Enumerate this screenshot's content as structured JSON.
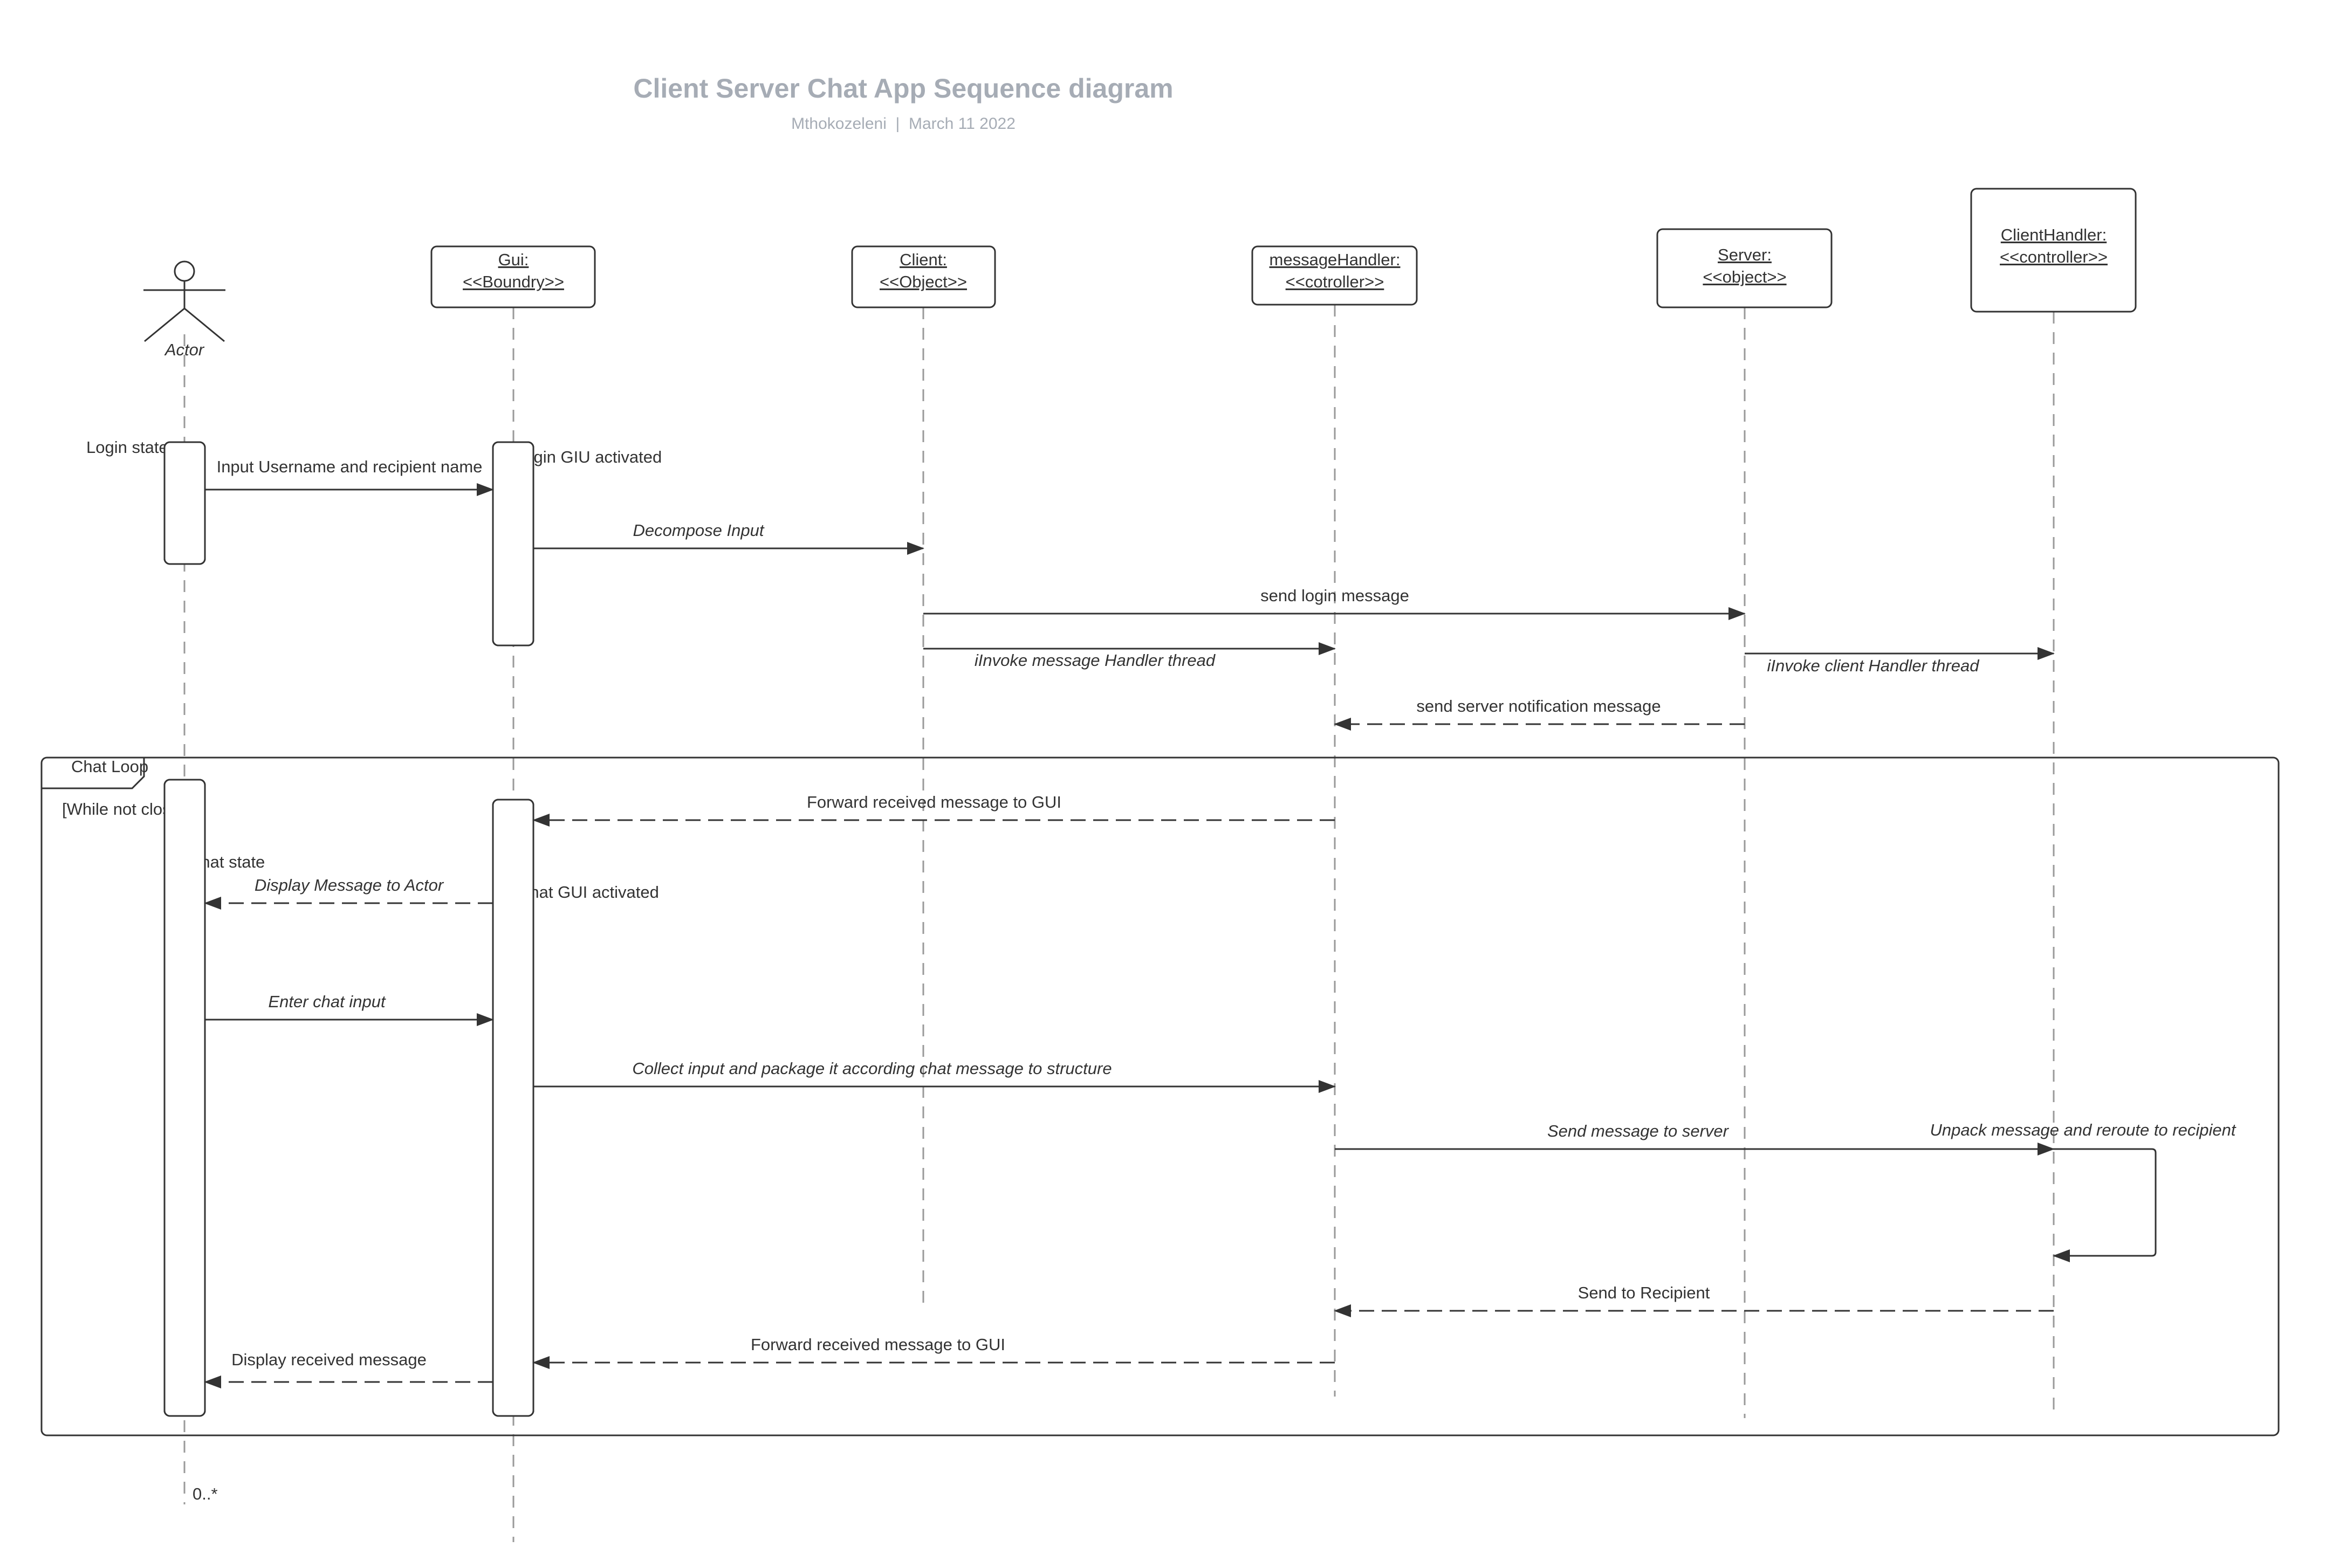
{
  "title": "Client Server Chat App Sequence diagram",
  "author": "Mthokozeleni",
  "separator": "|",
  "date": "March 11 2022",
  "actor": {
    "label": "Actor",
    "multiplicity": "0..*"
  },
  "lifelines": [
    {
      "id": "gui",
      "line1": "Gui:",
      "line2": "<<Boundry>>"
    },
    {
      "id": "client",
      "line1": "Client:",
      "line2": "<<Object>>"
    },
    {
      "id": "messageHandler",
      "line1": "messageHandler:",
      "line2": "<<cotroller>>"
    },
    {
      "id": "server",
      "line1": "Server:",
      "line2": "<<object>>"
    },
    {
      "id": "clientHandler",
      "line1": "ClientHandler:",
      "line2": "<<controller>>"
    }
  ],
  "states": [
    {
      "id": "login-state",
      "label": "Login state"
    },
    {
      "id": "login-gui-activated",
      "label": "Login GIU activated"
    },
    {
      "id": "chat-state",
      "label": "Chat state"
    },
    {
      "id": "chat-gui-activated",
      "label": "Chat GUI activated"
    }
  ],
  "loop": {
    "label": "Chat Loop",
    "guard": "[While not closed]"
  },
  "messages": [
    {
      "id": "input-username",
      "label": "Input Username and recipient name",
      "italic": false
    },
    {
      "id": "decompose-input",
      "label": "Decompose Input",
      "italic": true
    },
    {
      "id": "send-login",
      "label": "send login message",
      "italic": false
    },
    {
      "id": "invoke-message-handler",
      "label": "iInvoke message Handler thread",
      "italic": true
    },
    {
      "id": "invoke-client-handler",
      "label": "iInvoke client Handler thread",
      "italic": true
    },
    {
      "id": "server-notification",
      "label": "send server notification message",
      "italic": false
    },
    {
      "id": "forward-to-gui-1",
      "label": "Forward received message to GUI",
      "italic": false
    },
    {
      "id": "display-to-actor",
      "label": "Display  Message to Actor",
      "italic": true
    },
    {
      "id": "enter-chat-input",
      "label": "Enter chat input",
      "italic": true
    },
    {
      "id": "collect-input",
      "label": "Collect  input and package it according chat message to structure",
      "italic": true
    },
    {
      "id": "send-to-server",
      "label": "Send message to server",
      "italic": true
    },
    {
      "id": "unpack-reroute",
      "label": "Unpack message and reroute to recipient",
      "italic": true
    },
    {
      "id": "send-to-recipient",
      "label": "Send to Recipient",
      "italic": false
    },
    {
      "id": "forward-to-gui-2",
      "label": "Forward received message to GUI",
      "italic": false
    },
    {
      "id": "display-received",
      "label": "Display received message",
      "italic": false
    }
  ]
}
